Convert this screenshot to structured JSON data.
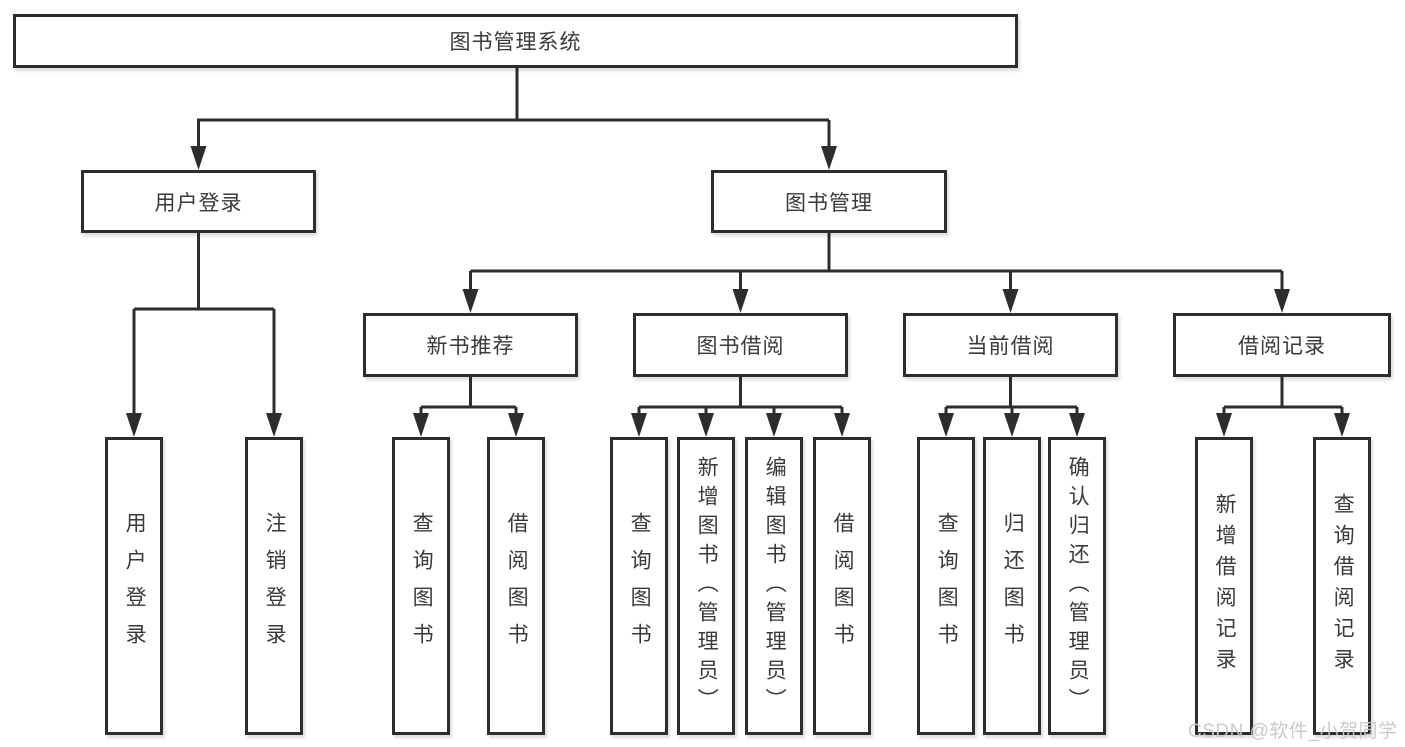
{
  "tree": {
    "root": {
      "label": "图书管理系统"
    },
    "branches": [
      {
        "label": "用户登录",
        "children": [
          {
            "label": "用户登录"
          },
          {
            "label": "注销登录"
          }
        ]
      },
      {
        "label": "图书管理",
        "children": [
          {
            "label": "新书推荐",
            "children": [
              {
                "label": "查询图书"
              },
              {
                "label": "借阅图书"
              }
            ]
          },
          {
            "label": "图书借阅",
            "children": [
              {
                "label": "查询图书"
              },
              {
                "label": "新增图书（管理员）"
              },
              {
                "label": "编辑图书（管理员）"
              },
              {
                "label": "借阅图书"
              }
            ]
          },
          {
            "label": "当前借阅",
            "children": [
              {
                "label": "查询图书"
              },
              {
                "label": "归还图书"
              },
              {
                "label": "确认归还（管理员）"
              }
            ]
          },
          {
            "label": "借阅记录",
            "children": [
              {
                "label": "新增借阅记录"
              },
              {
                "label": "查询借阅记录"
              }
            ]
          }
        ]
      }
    ]
  },
  "watermark": "CSDN @软件_小贺同学",
  "colors": {
    "line": "#2d2d2d",
    "box_border": "#2d2d2d",
    "text": "#3a3a3a",
    "background": "#ffffff",
    "watermark": "#c9c9c9"
  }
}
